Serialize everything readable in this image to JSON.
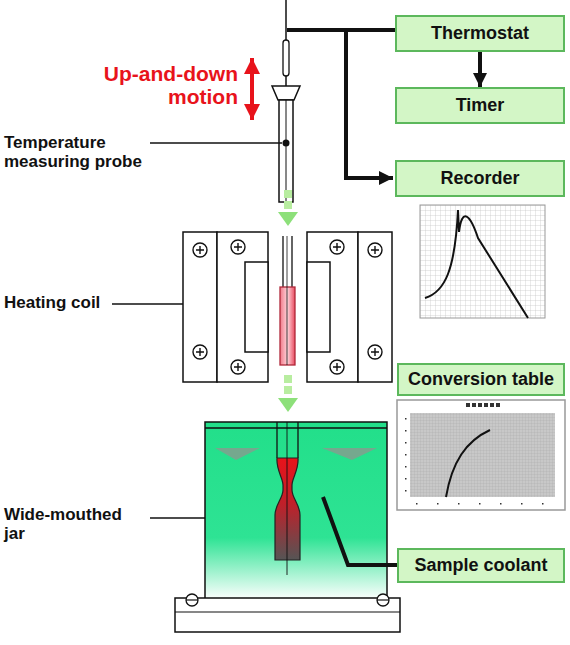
{
  "diagram": {
    "nodes": [
      {
        "text": [
          "Thermostat"
        ]
      },
      {
        "text": [
          "Timer"
        ]
      },
      {
        "text": [
          "Recorder"
        ]
      },
      {
        "text": [
          "Conversion table"
        ]
      },
      {
        "text": [
          "Sample coolant"
        ]
      }
    ],
    "edges": [
      {
        "from": 0,
        "to": 1,
        "arrow": "to"
      }
    ],
    "labels": [
      "Up-and-down motion",
      "Temperature measuring probe",
      "Heating coil",
      "Wide-mouthed jar"
    ]
  }
}
